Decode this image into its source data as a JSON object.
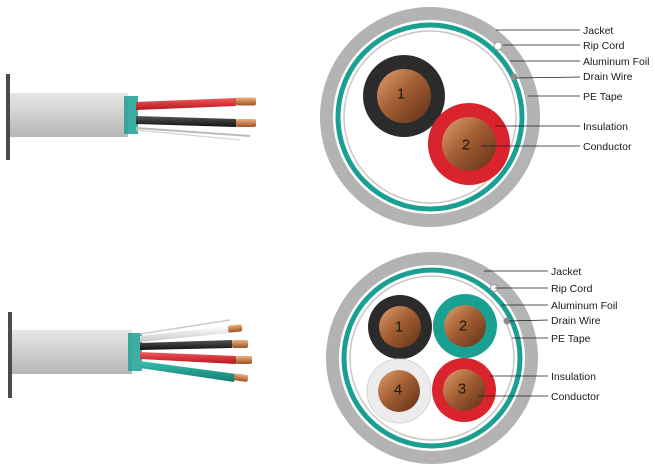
{
  "diagrams": [
    {
      "conductor_count": 2,
      "conductor_numbers": [
        "1",
        "2"
      ],
      "conductor_colors": [
        "#2b2b2b",
        "#d9232d"
      ],
      "labels": [
        "Jacket",
        "Rip Cord",
        "Aluminum Foil",
        "Drain Wire",
        "PE Tape",
        "Insulation",
        "Conductor"
      ]
    },
    {
      "conductor_count": 4,
      "conductor_numbers": [
        "1",
        "2",
        "3",
        "4"
      ],
      "conductor_colors": [
        "#2b2b2b",
        "#1aa093",
        "#d9232d",
        "#ececec"
      ],
      "labels": [
        "Jacket",
        "Rip Cord",
        "Aluminum Foil",
        "Drain Wire",
        "PE Tape",
        "Insulation",
        "Conductor"
      ]
    }
  ],
  "colors": {
    "jacket": "#b3b3b3",
    "pe_tape": "#1aa093",
    "copper": "#b06a3b",
    "drain_wire": "#8c8c8c",
    "black": "#2b2b2b",
    "red": "#d9232d",
    "green": "#1aa093",
    "white": "#ececec"
  }
}
